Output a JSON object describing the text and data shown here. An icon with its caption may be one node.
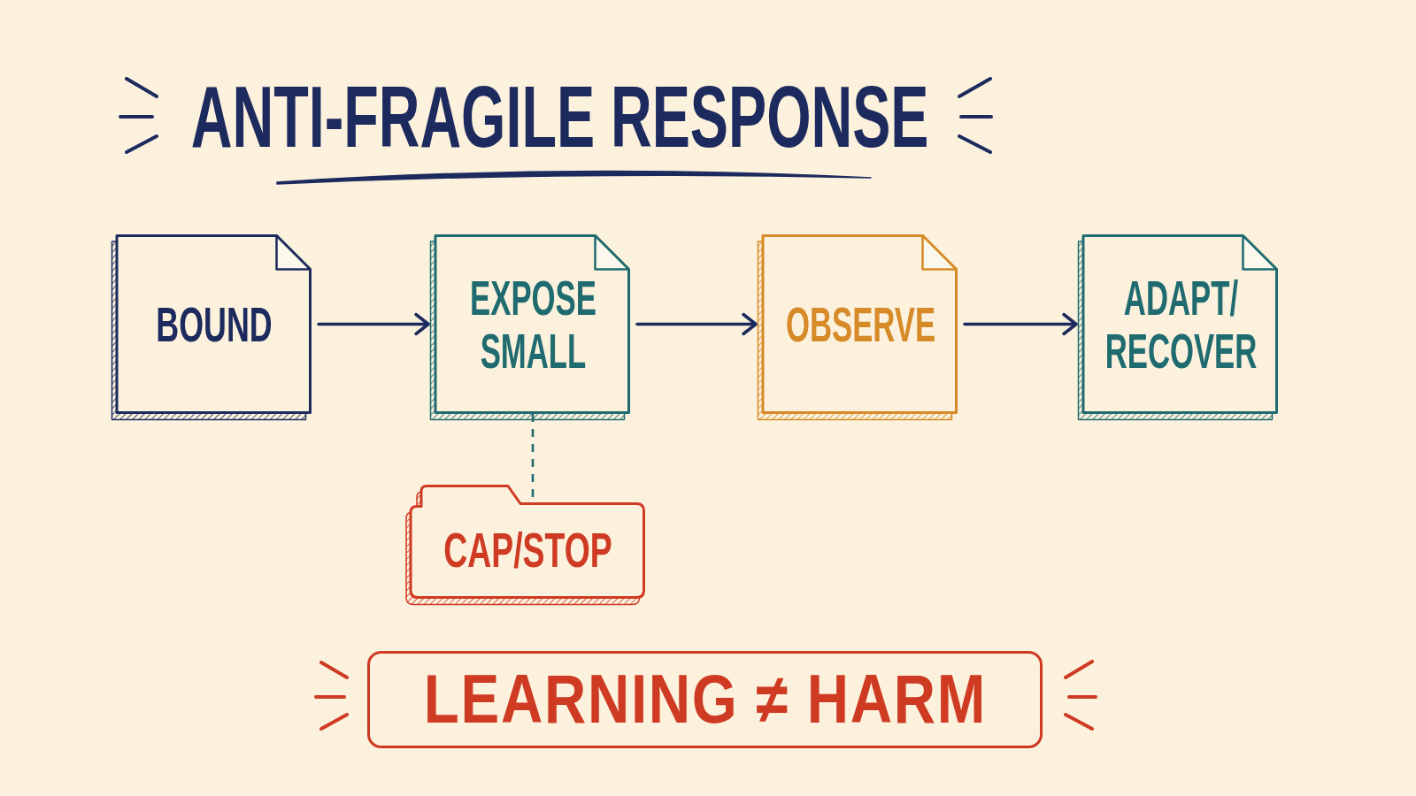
{
  "diagram": {
    "title": "ANTI-FRAGILE RESPONSE",
    "nodes": [
      {
        "text": [
          "BOUND"
        ]
      },
      {
        "text": [
          "EXPOSE SMALL"
        ]
      },
      {
        "text": [
          "OBSERVE"
        ]
      },
      {
        "text": [
          "ADAPT/ RECOVER"
        ]
      },
      {
        "text": [
          "CAP/STOP"
        ]
      },
      {
        "text": [
          "LEARNING ≠ HARM"
        ]
      }
    ],
    "edges": [
      {
        "from": 0,
        "to": 1,
        "arrow": "to"
      },
      {
        "from": 1,
        "to": 2,
        "arrow": "to"
      },
      {
        "from": 2,
        "to": 3,
        "arrow": "to"
      },
      {
        "from": 1,
        "to": 4,
        "arrow": "none",
        "style": "dashed",
        "color": "#1f6b70"
      }
    ]
  }
}
